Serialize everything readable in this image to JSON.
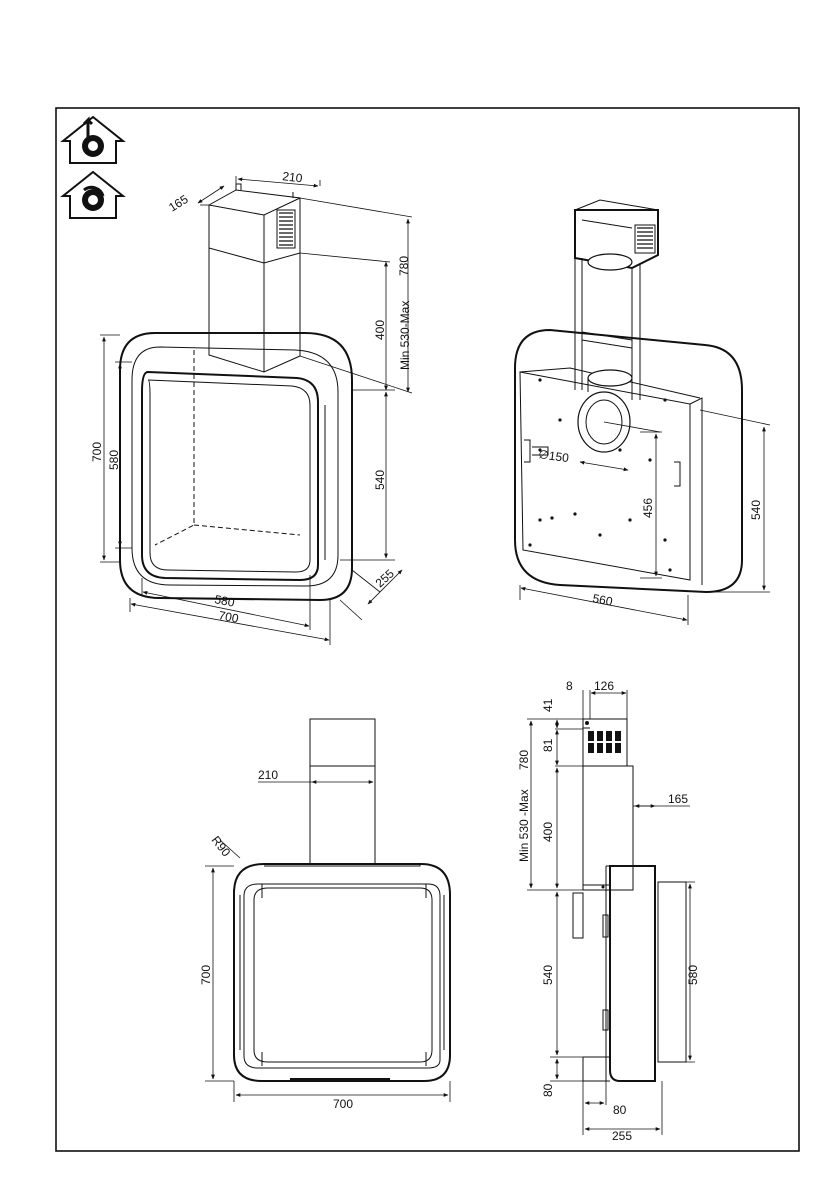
{
  "icons": {
    "ducted_mode": "ducted-exhaust-icon",
    "recirculation_mode": "recirculation-icon"
  },
  "views": {
    "iso_front": {
      "d_210": "210",
      "d_165": "165",
      "d_780": "780",
      "d_max": "Min  530-Max",
      "d_400": "400",
      "d_700_h": "700",
      "d_580_h": "580",
      "d_540": "540",
      "d_255": "255",
      "d_580_w": "580",
      "d_700_w": "700"
    },
    "iso_back": {
      "d_150": "∅150",
      "d_456": "456",
      "d_540": "540",
      "d_560": "560"
    },
    "front": {
      "d_210": "210",
      "d_r90": "R90",
      "d_700_h": "700",
      "d_700_w": "700"
    },
    "side": {
      "d_8": "8",
      "d_126": "126",
      "d_41": "41",
      "d_81": "81",
      "d_780": "780",
      "d_max": "Min  530  -Max",
      "d_400": "400",
      "d_165": "165",
      "d_540": "540",
      "d_580": "580",
      "d_80_v": "80",
      "d_80_h": "80",
      "d_255": "255"
    }
  }
}
